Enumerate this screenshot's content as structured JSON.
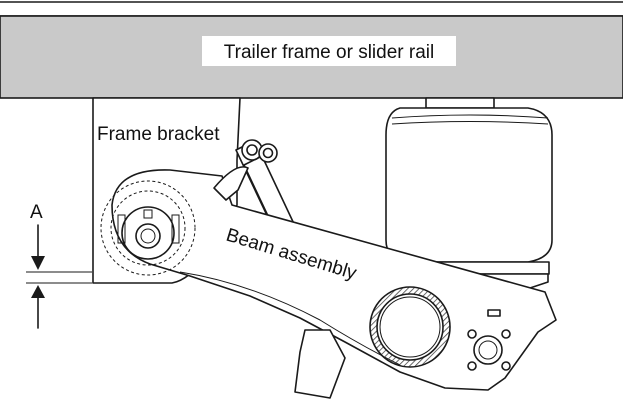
{
  "labels": {
    "rail": "Trailer frame or slider rail",
    "bracket": "Frame bracket",
    "beam": "Beam assembly",
    "dimension": "A"
  },
  "colors": {
    "rail_fill": "#c9c9c9",
    "ink": "#1a1a1a",
    "hatch": "#555555",
    "background": "#ffffff"
  }
}
